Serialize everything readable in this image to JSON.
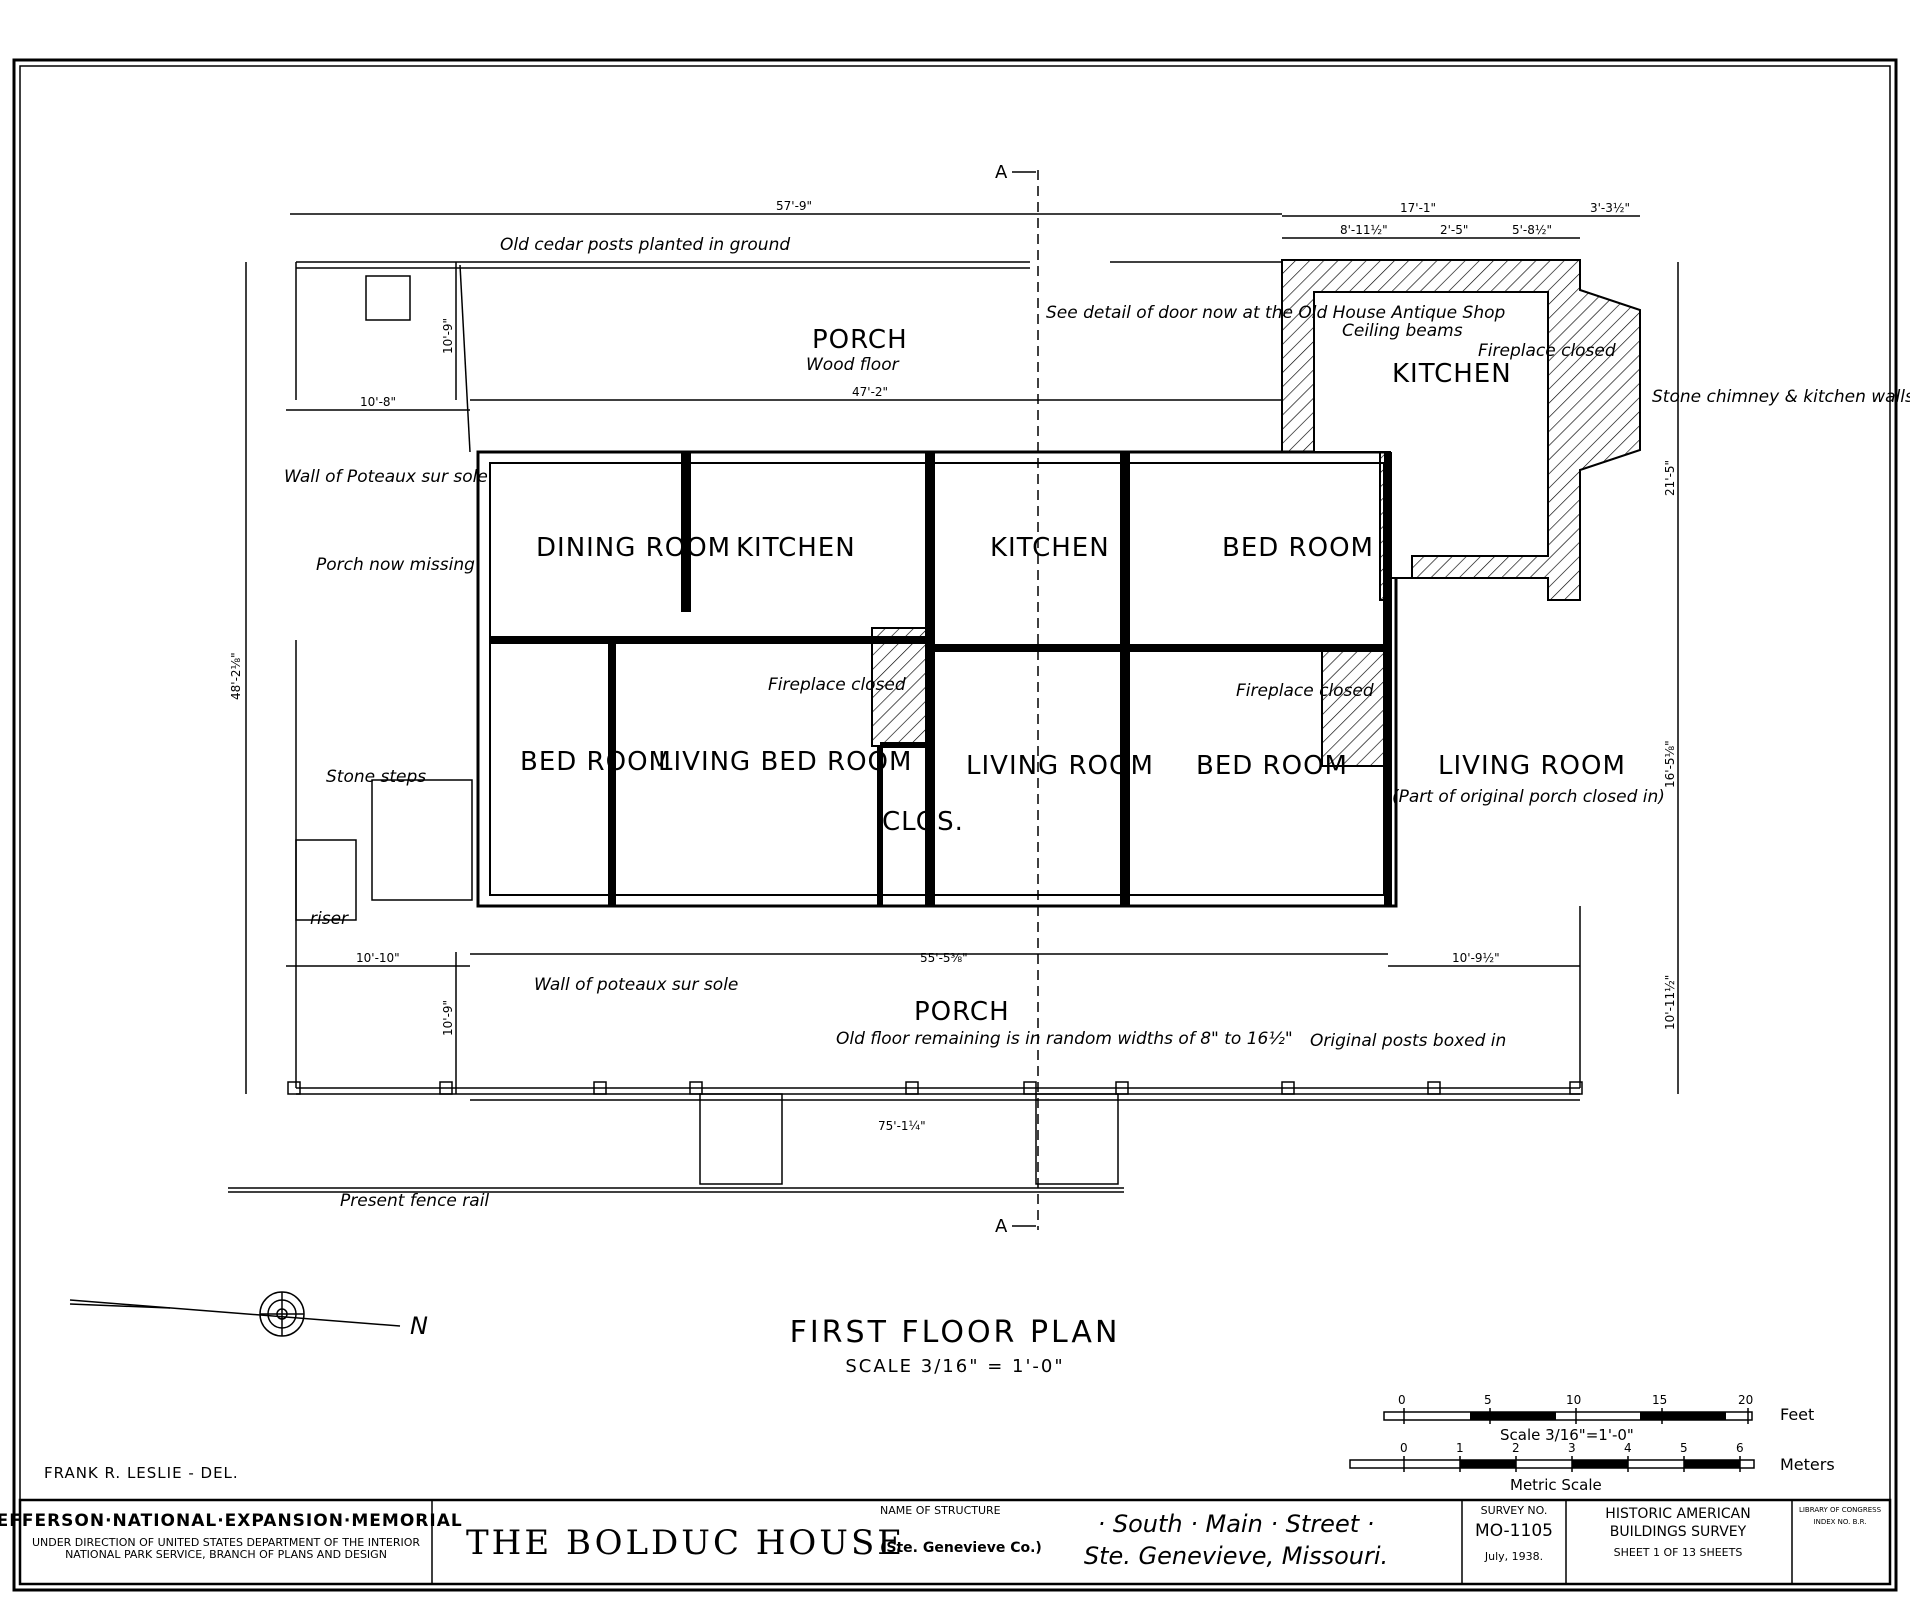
{
  "plan": {
    "section_marker": "A",
    "title": "FIRST FLOOR PLAN",
    "scale_label": "SCALE 3/16\" = 1'-0\"",
    "rooms": [
      {
        "name": "DINING ROOM"
      },
      {
        "name": "KITCHEN"
      },
      {
        "name": "KITCHEN"
      },
      {
        "name": "BED ROOM"
      },
      {
        "name": "KITCHEN"
      },
      {
        "name": "BED ROOM"
      },
      {
        "name": "LIVING BED ROOM"
      },
      {
        "name": "LIVING ROOM"
      },
      {
        "name": "BED ROOM"
      },
      {
        "name": "LIVING ROOM"
      },
      {
        "name": "CLOS."
      }
    ],
    "notes": {
      "cedar_posts": "Old cedar posts planted in ground",
      "porch_top": "PORCH",
      "porch_top_sub": "Wood floor",
      "door_detail": "See detail of door now at the Old House Antique Shop",
      "ceiling_beams": "Ceiling beams",
      "fireplace_closed": "Fireplace closed",
      "stone_chimney": "Stone chimney & kitchen walls",
      "wall_poteaux": "Wall of Poteaux sur sole",
      "porch_missing": "Porch now missing",
      "stone_steps": "Stone steps",
      "riser": "riser",
      "part_original_porch": "(Part of original porch closed in)",
      "wall_poteaux_bottom": "Wall of poteaux sur sole",
      "porch_bottom": "PORCH",
      "porch_bottom_sub": "Old floor remaining is in random widths of 8\" to 16½\"",
      "original_posts": "Original posts boxed in",
      "fence_rail": "Present fence rail",
      "north": "N"
    },
    "dimensions": {
      "overall_top": "57'-9\"",
      "kitchen_top": "17'-1\"",
      "chimney_top": "3'-3½\"",
      "k1": "8'-11½\"",
      "k2": "2'-5\"",
      "k3": "5'-8½\"",
      "porch_width": "47'-2\"",
      "left_porch": "10'-8\"",
      "overall_bottom": "75'-1¼\"",
      "bottom_mid": "55'-5⅜\"",
      "bottom_left": "10'-10\"",
      "bottom_right": "10'-9½\"",
      "overall_depth": "48'-2⅛\"",
      "right_depth": "21'-5\"",
      "right_depth2": "16'-5⅛\"",
      "porch_depth_bottom": "10'-11½\"",
      "porch_depth_left": "10'-9\"",
      "porch_depth_top": "10'-9\""
    }
  },
  "scales": {
    "feet_ticks": [
      "0",
      "5",
      "10",
      "15",
      "20"
    ],
    "feet_unit": "Feet",
    "feet_label": "Scale 3/16\"=1'-0\"",
    "meter_ticks": [
      "0",
      "1",
      "2",
      "3",
      "4",
      "5",
      "6"
    ],
    "meter_unit": "Meters",
    "meter_label": "Metric Scale",
    "delineator": "FRANK R. LESLIE - DEL."
  },
  "title_block": {
    "memorial": "JEFFERSON·NATIONAL·EXPANSION·MEMORIAL",
    "memorial_sub1": "UNDER DIRECTION OF UNITED STATES DEPARTMENT OF THE INTERIOR",
    "memorial_sub2": "NATIONAL PARK SERVICE, BRANCH OF PLANS AND DESIGN",
    "name_label": "NAME OF STRUCTURE",
    "structure": "THE BOLDUC HOUSE",
    "county": "(Ste. Genevieve Co.)",
    "street": "· South · Main · Street ·",
    "city": "Ste. Genevieve, Missouri.",
    "survey_label": "SURVEY NO.",
    "survey_no": "MO-1105",
    "date": "July, 1938.",
    "habs1": "HISTORIC AMERICAN",
    "habs2": "BUILDINGS SURVEY",
    "sheet": "SHEET 1 OF 13 SHEETS",
    "loc1": "LIBRARY OF CONGRESS",
    "loc2": "INDEX NO. B.R."
  }
}
